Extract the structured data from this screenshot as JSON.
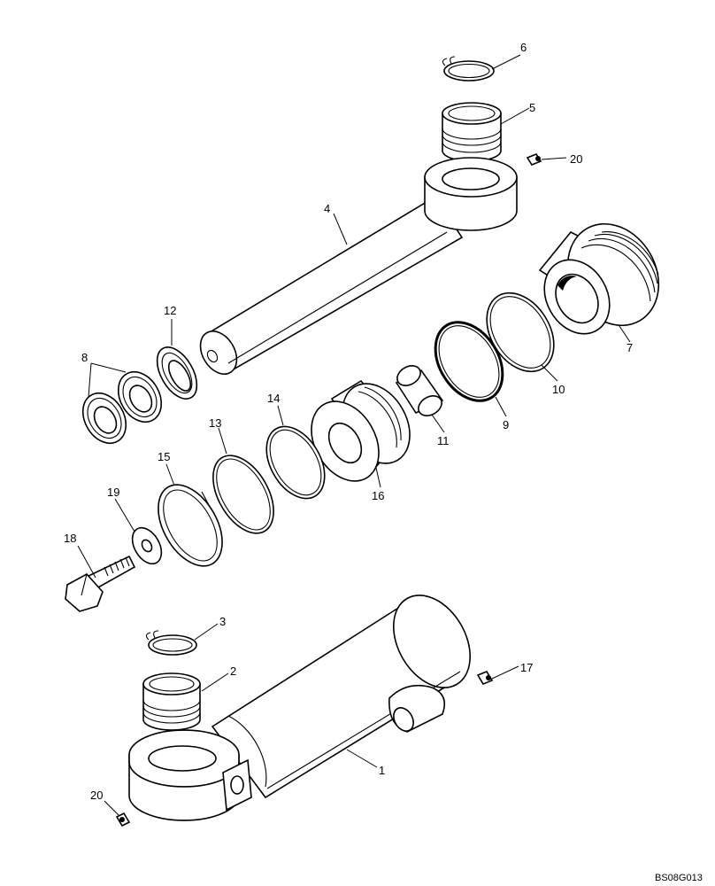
{
  "drawing_code": "BS08G013",
  "callouts": [
    {
      "id": "c1",
      "label": "1"
    },
    {
      "id": "c2",
      "label": "2"
    },
    {
      "id": "c3",
      "label": "3"
    },
    {
      "id": "c4",
      "label": "4"
    },
    {
      "id": "c5",
      "label": "5"
    },
    {
      "id": "c6",
      "label": "6"
    },
    {
      "id": "c7",
      "label": "7"
    },
    {
      "id": "c8",
      "label": "8"
    },
    {
      "id": "c9",
      "label": "9"
    },
    {
      "id": "c10",
      "label": "10"
    },
    {
      "id": "c11",
      "label": "11"
    },
    {
      "id": "c12",
      "label": "12"
    },
    {
      "id": "c13",
      "label": "13"
    },
    {
      "id": "c14",
      "label": "14"
    },
    {
      "id": "c15",
      "label": "15"
    },
    {
      "id": "c16",
      "label": "16"
    },
    {
      "id": "c17",
      "label": "17"
    },
    {
      "id": "c18",
      "label": "18"
    },
    {
      "id": "c19",
      "label": "19"
    },
    {
      "id": "c20a",
      "label": "20"
    },
    {
      "id": "c20b",
      "label": "20"
    }
  ]
}
